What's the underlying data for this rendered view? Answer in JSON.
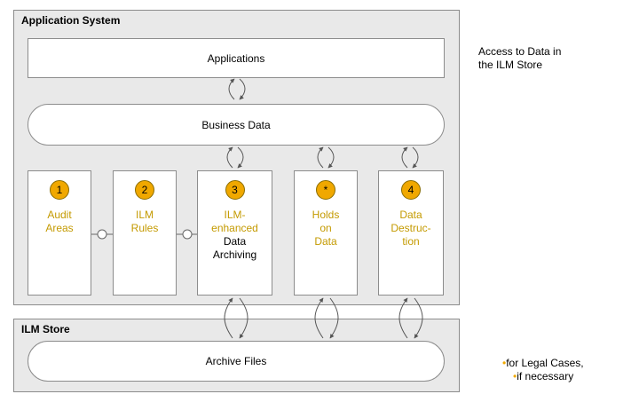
{
  "application_system": {
    "title": "Application System"
  },
  "applications": {
    "label": "Applications"
  },
  "business_data": {
    "label": "Business Data"
  },
  "steps": [
    {
      "badge": "1",
      "line1": "Audit",
      "line2": "Areas",
      "line3": "",
      "line4": ""
    },
    {
      "badge": "2",
      "line1": "ILM",
      "line2": "Rules",
      "line3": "",
      "line4": ""
    },
    {
      "badge": "3",
      "line1": "ILM-",
      "line2": "enhanced",
      "line3": "Data",
      "line4": "Archiving"
    },
    {
      "badge": "*",
      "line1": "Holds",
      "line2": "on",
      "line3": "Data",
      "line4": ""
    },
    {
      "badge": "4",
      "line1": "Data",
      "line2": "Destruc-",
      "line3": "tion",
      "line4": ""
    }
  ],
  "ilm_store": {
    "title": "ILM Store"
  },
  "archive_files": {
    "label": "Archive Files"
  },
  "side_note_access": {
    "line1": "Access to Data in",
    "line2": "the ILM Store"
  },
  "footnote": {
    "line1": "for Legal Cases,",
    "line2": "if necessary",
    "marker_color": "#f0a800"
  },
  "colors": {
    "badge": "#f0a800",
    "gold_text": "#c49a00",
    "panel": "#e9e9e9"
  }
}
